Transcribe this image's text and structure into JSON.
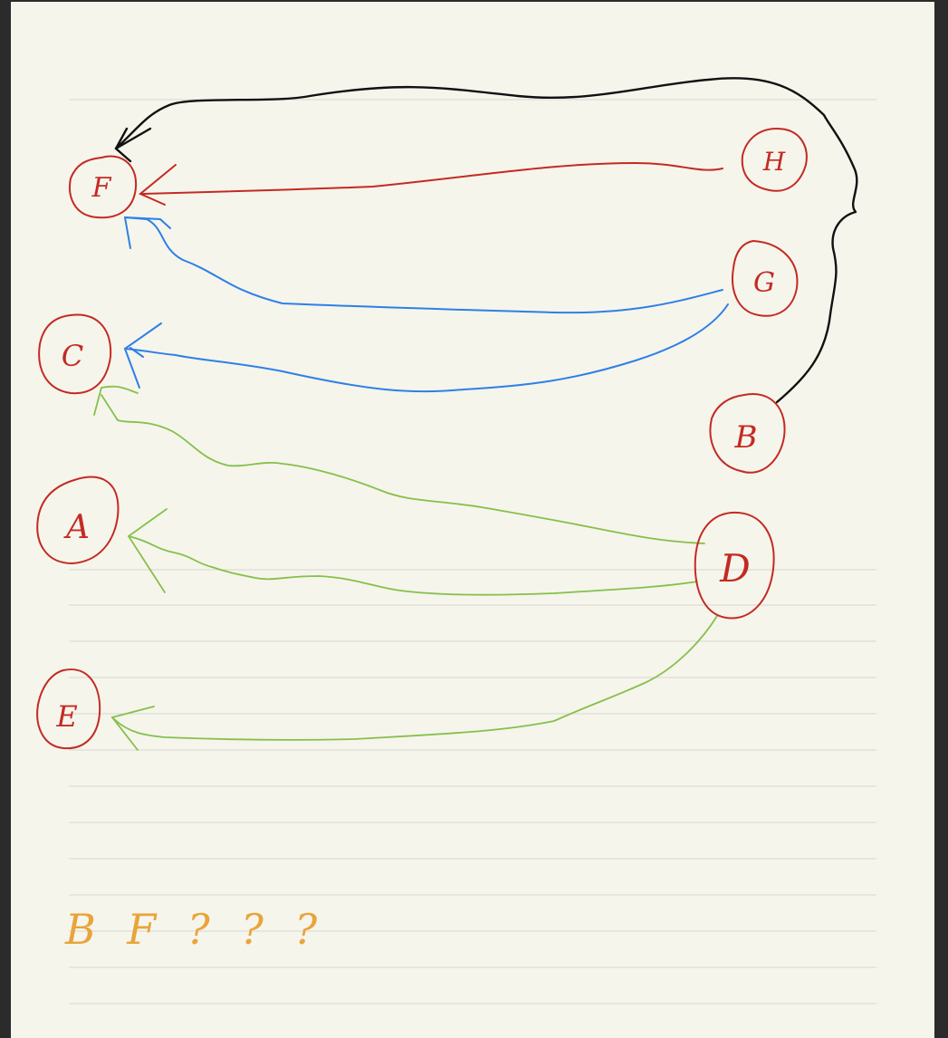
{
  "colors": {
    "paper": "#f5f5ec",
    "rule": "#d8d8d0",
    "red": "#c42a22",
    "blue": "#2f7fe6",
    "green": "#86c04a",
    "black": "#111111",
    "orange": "#e9a43a"
  },
  "nodes": [
    {
      "id": "F",
      "label": "F"
    },
    {
      "id": "H",
      "label": "H"
    },
    {
      "id": "G",
      "label": "G"
    },
    {
      "id": "C",
      "label": "C"
    },
    {
      "id": "B",
      "label": "B"
    },
    {
      "id": "A",
      "label": "A"
    },
    {
      "id": "D",
      "label": "D"
    },
    {
      "id": "E",
      "label": "E"
    }
  ],
  "edges": [
    {
      "from": "B",
      "to": "F",
      "color": "black"
    },
    {
      "from": "H",
      "to": "F",
      "color": "red"
    },
    {
      "from": "G",
      "to": "F",
      "color": "blue"
    },
    {
      "from": "G",
      "to": "C",
      "color": "blue"
    },
    {
      "from": "D",
      "to": "C",
      "color": "green"
    },
    {
      "from": "D",
      "to": "A",
      "color": "green"
    },
    {
      "from": "D",
      "to": "E",
      "color": "green"
    }
  ],
  "note": {
    "text": "B F ? ? ?"
  }
}
